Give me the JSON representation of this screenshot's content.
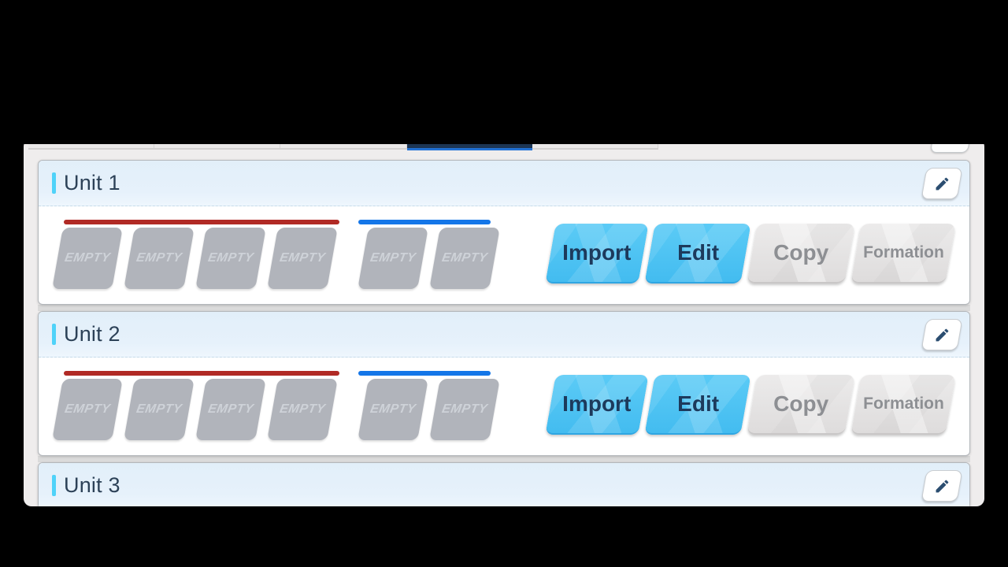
{
  "strip": {
    "tabs": [
      {
        "state": "inactive"
      },
      {
        "state": "inactive"
      },
      {
        "state": "inactive"
      },
      {
        "state": "active"
      },
      {
        "state": "inactive"
      }
    ]
  },
  "units": [
    {
      "title": "Unit 1",
      "slots": [
        {
          "label": "EMPTY",
          "group": "main"
        },
        {
          "label": "EMPTY",
          "group": "main"
        },
        {
          "label": "EMPTY",
          "group": "main"
        },
        {
          "label": "EMPTY",
          "group": "main"
        },
        {
          "label": "EMPTY",
          "group": "reserve"
        },
        {
          "label": "EMPTY",
          "group": "reserve"
        }
      ],
      "actions": [
        {
          "label": "Import",
          "variant": "primary",
          "width": "w1"
        },
        {
          "label": "Edit",
          "variant": "primary",
          "width": "w2"
        },
        {
          "label": "Copy",
          "variant": "disabled",
          "width": "w3"
        },
        {
          "label": "Formation",
          "variant": "disabled",
          "width": "w4",
          "small": true
        }
      ]
    },
    {
      "title": "Unit 2",
      "slots": [
        {
          "label": "EMPTY",
          "group": "main"
        },
        {
          "label": "EMPTY",
          "group": "main"
        },
        {
          "label": "EMPTY",
          "group": "main"
        },
        {
          "label": "EMPTY",
          "group": "main"
        },
        {
          "label": "EMPTY",
          "group": "reserve"
        },
        {
          "label": "EMPTY",
          "group": "reserve"
        }
      ],
      "actions": [
        {
          "label": "Import",
          "variant": "primary",
          "width": "w1"
        },
        {
          "label": "Edit",
          "variant": "primary",
          "width": "w2"
        },
        {
          "label": "Copy",
          "variant": "disabled",
          "width": "w3"
        },
        {
          "label": "Formation",
          "variant": "disabled",
          "width": "w4",
          "small": true
        }
      ]
    },
    {
      "title": "Unit 3",
      "partial": true
    }
  ],
  "colors": {
    "accent_cyan": "#4fd2f9",
    "title_navy": "#2c4157",
    "line_red": "#b12a25",
    "line_blue": "#1476e8",
    "button_blue": "#4cc3f2",
    "button_text_navy": "#1d3a5c",
    "disabled_gray": "#e2e1e0",
    "disabled_text": "#8d8f93",
    "slot_gray": "#b1b4bb",
    "slot_text": "#ced2d8",
    "header_blue": "#e2eff9",
    "active_tab_navy": "#1d3553",
    "active_tab_underline": "#2171d4"
  }
}
